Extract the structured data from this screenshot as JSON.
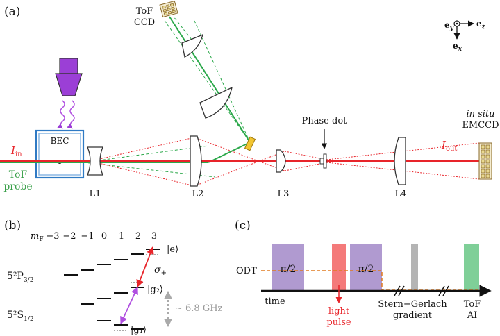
{
  "panel_a": {
    "tag": "(a)",
    "tof_ccd_line1": "ToF",
    "tof_ccd_line2": "CCD",
    "bec": "BEC",
    "i_in": "I",
    "i_in_sub": "in",
    "i_out": "I",
    "i_out_sub": "out",
    "tof_probe_line1": "ToF",
    "tof_probe_line2": "probe",
    "phase_dot": "Phase dot",
    "in_situ": "in situ",
    "emccd": "EMCCD",
    "lens_labels": [
      "L1",
      "L2",
      "L3",
      "L4"
    ],
    "axis_ey": "e",
    "axis_ey_sub": "y",
    "axis_ez": "e",
    "axis_ez_sub": "z",
    "axis_ex": "e",
    "axis_ex_sub": "x"
  },
  "panel_b": {
    "tag": "(b)",
    "mf_label": "m",
    "mf_sub": "F",
    "mf_values": [
      "−3",
      "−2",
      "−1",
      "0",
      "1",
      "2",
      "3"
    ],
    "state_p": "5²P",
    "state_p_sub": "3/2",
    "state_s": "5²S",
    "state_s_sub": "1/2",
    "ket_e": "|e⟩",
    "ket_g2": "|g₂⟩",
    "ket_g1": "|g₁⟩",
    "sigma": "σ",
    "sigma_sub": "+",
    "splitting": "∼ 6.8 GHz"
  },
  "panel_c": {
    "tag": "(c)",
    "odt": "ODT",
    "time": "time",
    "pi2_first": "π/2",
    "pi2_second": "π/2",
    "light_pulse_line1": "light",
    "light_pulse_line2": "pulse",
    "sg_line1": "Stern−Gerlach",
    "sg_line2": "gradient",
    "tof_ai_line1": "ToF",
    "tof_ai_line2": "AI"
  },
  "colors": {
    "red_beam": "#e8242a",
    "green_beam": "#2ba84a",
    "green_text": "#3aa04a",
    "purple": "#9b3fd6",
    "blue_cell": "#2f7ac4",
    "pi2_box": "#b09ad0",
    "light_box": "#f47a7a",
    "sg_box": "#b4b4b4",
    "tof_box": "#7fcf98",
    "odt_line": "#e07a1e",
    "grey_arrow": "#aaaaaa"
  }
}
